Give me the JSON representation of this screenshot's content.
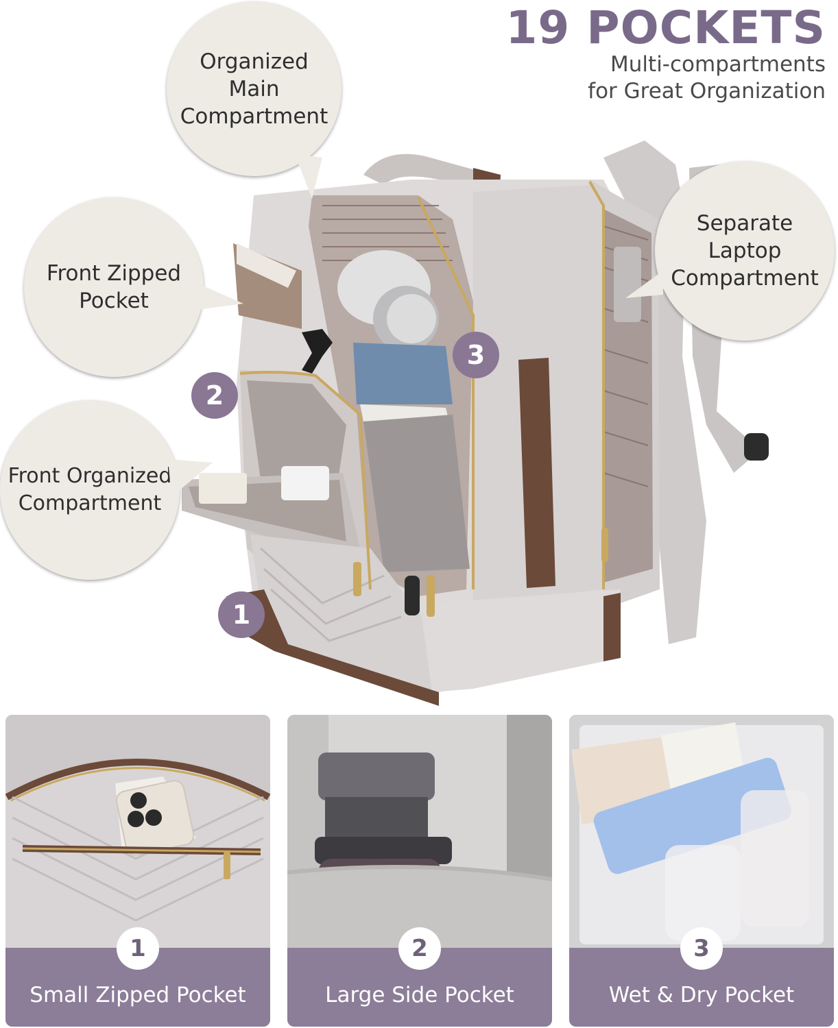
{
  "header": {
    "title": "19 POCKETS",
    "subtitle_line1": "Multi-compartments",
    "subtitle_line2": "for Great Organization"
  },
  "callouts": {
    "main": [
      "Organized",
      "Main",
      "Compartment"
    ],
    "front_zipped": [
      "Front Zipped",
      "Pocket"
    ],
    "front_organized": [
      "Front Organized",
      "Compartment"
    ],
    "laptop": [
      "Separate",
      "Laptop",
      "Compartment"
    ]
  },
  "markers": [
    "1",
    "2",
    "3"
  ],
  "panels": [
    {
      "number": "1",
      "caption": "Small Zipped Pocket"
    },
    {
      "number": "2",
      "caption": "Large Side Pocket"
    },
    {
      "number": "3",
      "caption": "Wet & Dry Pocket"
    }
  ],
  "colors": {
    "accent_purple": "#8a7794",
    "title_purple": "#7a6a8a",
    "band_purple": "#8c7d98",
    "bag_grey": "#d9d5d4",
    "trim_brown": "#6b4a3a",
    "zipper_gold": "#c9a860"
  }
}
